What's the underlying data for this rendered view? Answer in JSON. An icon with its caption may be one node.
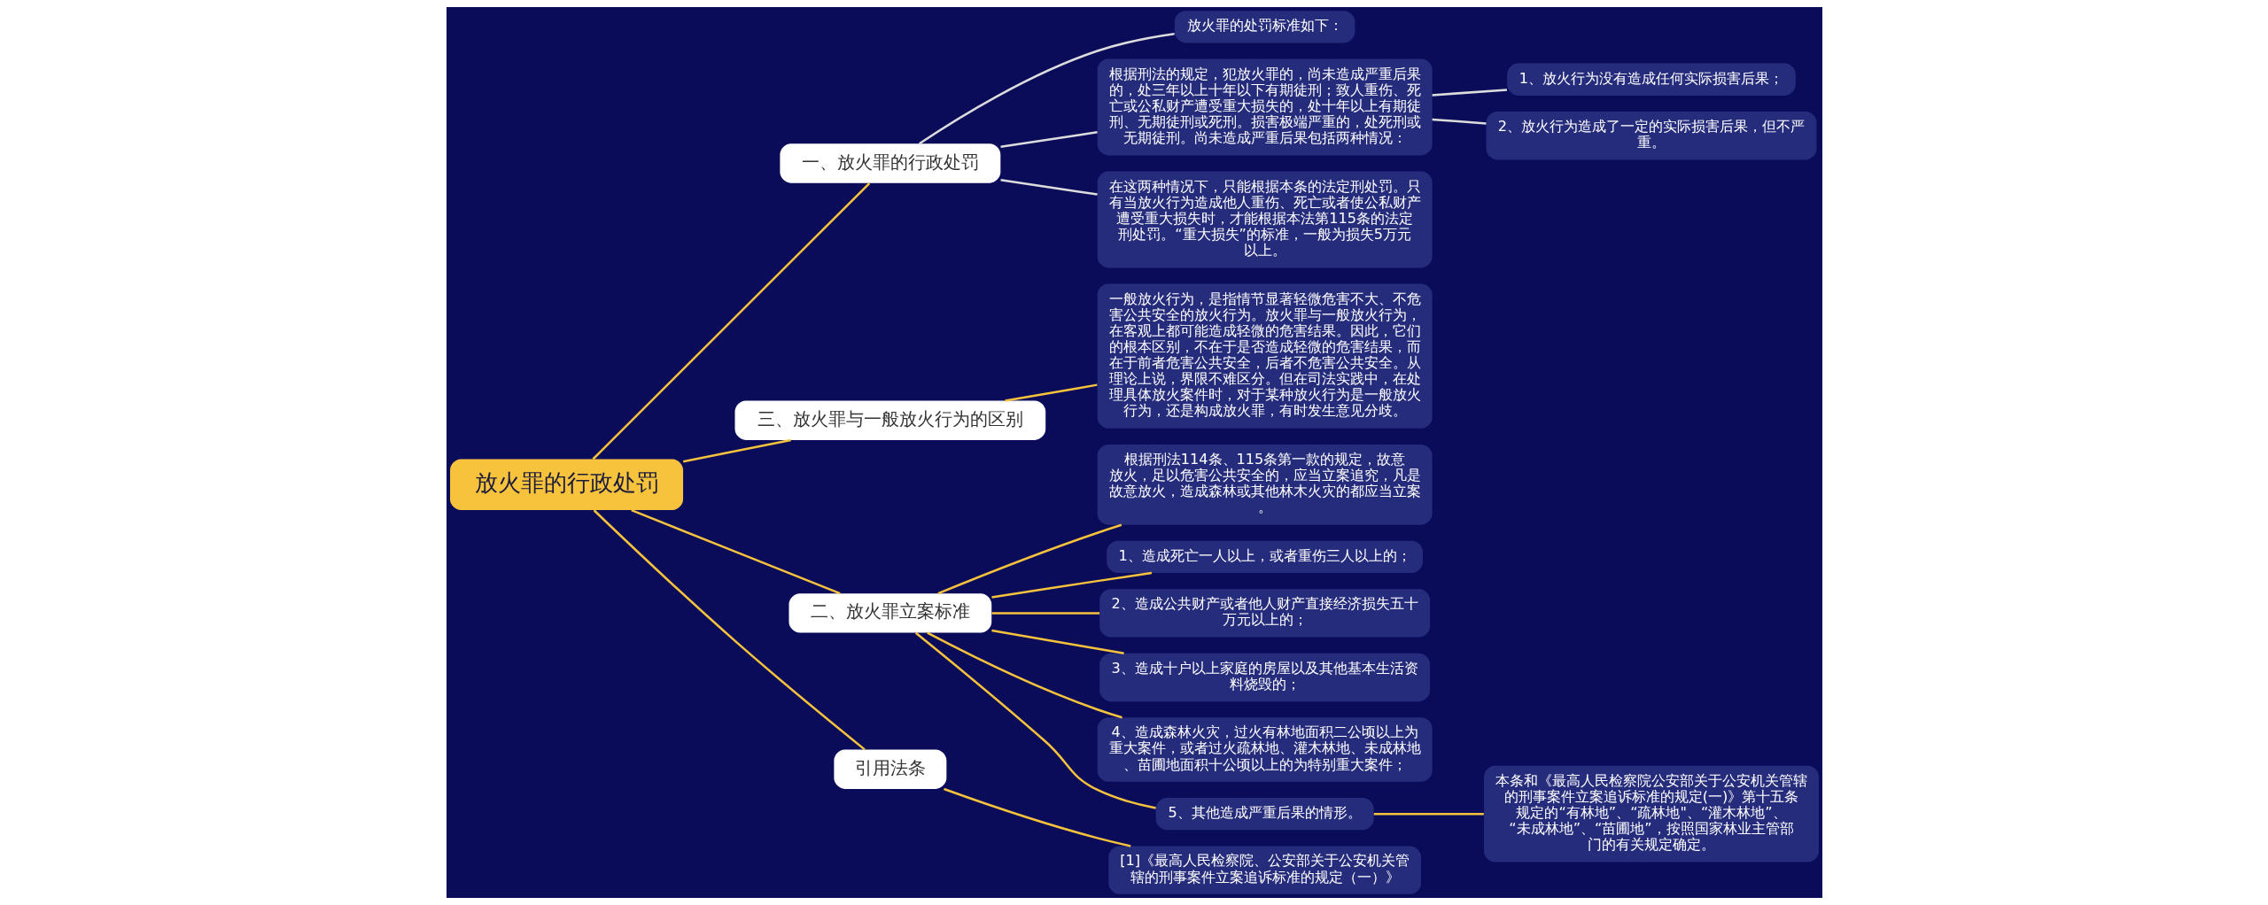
{
  "diagram": {
    "nodes": [
      {
        "text": [
          "放火罪的行政处罚"
        ]
      },
      {
        "text": [
          "一、放火罪的行政处罚"
        ]
      },
      {
        "text": [
          "放火罪的处罚标准如下："
        ]
      },
      {
        "text": [
          "根据刑法的规定，犯放火罪的，尚未造成严重后果的，处三年以上十年以下有期徒刑；致人重伤、死亡或公私财产遭受重大损失的，处十年以上有期徒刑、无期徒刑或死刑。损害极端严重的，处死刑或无期徒刑。尚未造成严重后果包括两种情况："
        ]
      },
      {
        "text": [
          "1、放火行为没有造成任何实际损害后果；"
        ]
      },
      {
        "text": [
          "2、放火行为造成了一定的实际损害后果，但不严重。"
        ]
      },
      {
        "text": [
          "在这两种情况下，只能根据本条的法定刑处罚。只有当放火行为造成他人重伤、死亡或者使公私财产遭受重大损失时，才能根据本法第115条的法定刑处罚。“重大损失”的标准，一般为损失5万元以上。"
        ]
      },
      {
        "text": [
          "三、放火罪与一般放火行为的区别"
        ]
      },
      {
        "text": [
          "一般放火行为，是指情节显著轻微危害不大、不危害公共安全的放火行为。放火罪与一般放火行为，在客观上都可能造成轻微的危害结果。因此，它们的根本区别，不在于是否造成轻微的危害结果，而在于前者危害公共安全，后者不危害公共安全。从理论上说，界限不难区分。但在司法实践中，在处理具体放火案件时，对于某种放火行为是一般放火行为，还是构成放火罪，有时发生意见分歧。"
        ]
      },
      {
        "text": [
          "二、放火罪立案标准"
        ]
      },
      {
        "text": [
          "根据刑法114条、115条第一款的规定，故意放火，足以危害公共安全的，应当立案追究，凡是故意放火，造成森林或其他林木火灾的都应当立案。"
        ]
      },
      {
        "text": [
          "1、造成死亡一人以上，或者重伤三人以上的；"
        ]
      },
      {
        "text": [
          "2、造成公共财产或者他人财产直接经济损失五十万元以上的；"
        ]
      },
      {
        "text": [
          "3、造成十户以上家庭的房屋以及其他基本生活资料烧毁的；"
        ]
      },
      {
        "text": [
          "4、造成森林火灾，过火有林地面积二公顷以上为重大案件，或者过火疏林地、灌木林地、未成林地、苗圃地面积十公顷以上的为特别重大案件；"
        ]
      },
      {
        "text": [
          "5、其他造成严重后果的情形。"
        ]
      },
      {
        "text": [
          "本条和《最高人民检察院公安部关于公安机关管辖的刑事案件立案追诉标准的规定(一)》第十五条规定的“有林地”、“疏林地\"、“灌木林地”、“未成林地”、“苗圃地”，按照国家林业主管部门的有关规定确定。"
        ]
      },
      {
        "text": [
          "引用法条"
        ]
      },
      {
        "text": [
          "[1]《最高人民检察院、公安部关于公安机关管辖的刑事案件立案追诉标准的规定（一）》"
        ]
      }
    ],
    "edges": [
      {
        "from": 0,
        "to": 1,
        "arrow": "none"
      },
      {
        "from": 1,
        "to": 2,
        "arrow": "none",
        "color": "#dcdcdc"
      },
      {
        "from": 1,
        "to": 3,
        "arrow": "none",
        "color": "#dcdcdc"
      },
      {
        "from": 3,
        "to": 4,
        "arrow": "none",
        "color": "#dcdcdc"
      },
      {
        "from": 3,
        "to": 5,
        "arrow": "none",
        "color": "#dcdcdc"
      },
      {
        "from": 1,
        "to": 6,
        "arrow": "none",
        "color": "#dcdcdc"
      },
      {
        "from": 0,
        "to": 7,
        "arrow": "none"
      },
      {
        "from": 7,
        "to": 8,
        "arrow": "none"
      },
      {
        "from": 0,
        "to": 9,
        "arrow": "none"
      },
      {
        "from": 9,
        "to": 10,
        "arrow": "none"
      },
      {
        "from": 9,
        "to": 11,
        "arrow": "none"
      },
      {
        "from": 9,
        "to": 12,
        "arrow": "none"
      },
      {
        "from": 9,
        "to": 13,
        "arrow": "none"
      },
      {
        "from": 9,
        "to": 14,
        "arrow": "none"
      },
      {
        "from": 9,
        "to": 15,
        "arrow": "none"
      },
      {
        "from": 15,
        "to": 16,
        "arrow": "none"
      },
      {
        "from": 0,
        "to": 17,
        "arrow": "none"
      },
      {
        "from": 17,
        "to": 18,
        "arrow": "none"
      }
    ]
  }
}
